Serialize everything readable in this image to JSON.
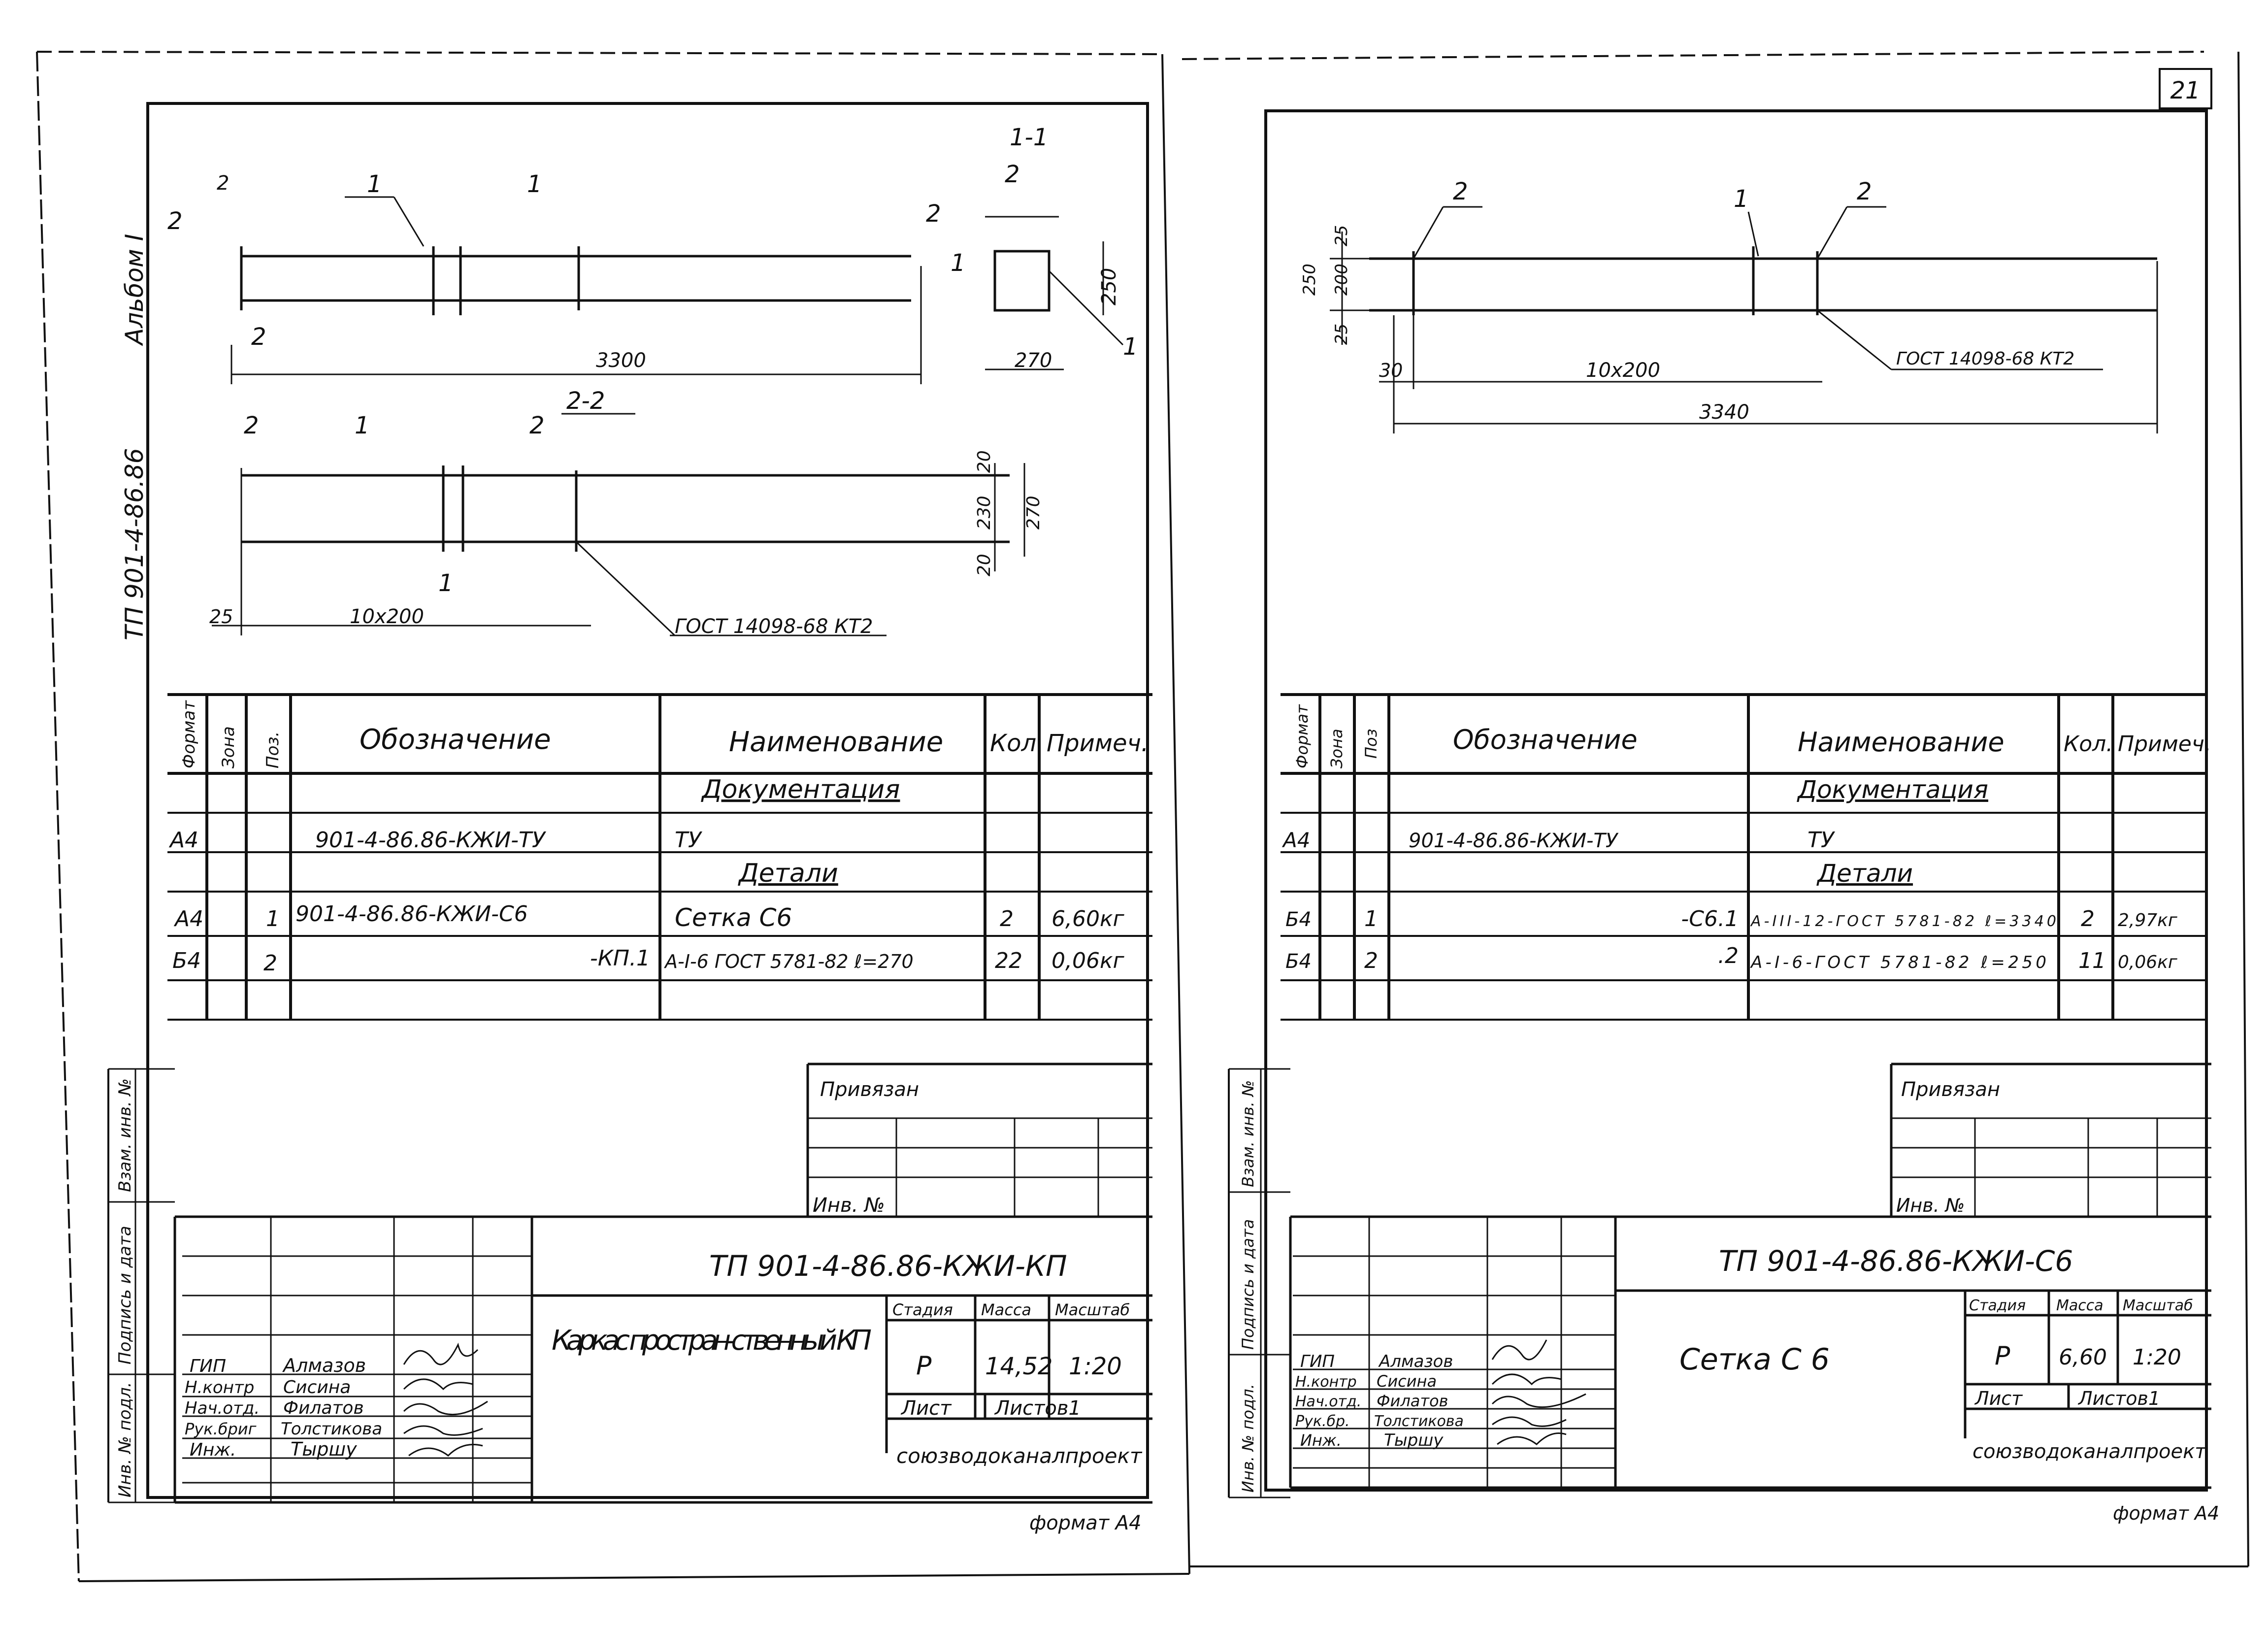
{
  "page_number": "21",
  "left": {
    "side_text": "ТП 901-4-86.86",
    "album": "Альбом I",
    "drawing": {
      "pos_labels": [
        "1",
        "2",
        "1",
        "2",
        "1",
        "2",
        "1"
      ],
      "section_1": "1-1",
      "section_2": "2-2",
      "dim_3300": "3300",
      "dim_270": "270",
      "dim_250": "250",
      "dim_20": "20",
      "dim_230": "230",
      "dim_25": "25",
      "dim_10x200": "10x200",
      "weld_note": "ГОСТ 14098-68 КТ2"
    },
    "spec": {
      "headers": [
        "Формат",
        "Зона",
        "Поз.",
        "Обозначение",
        "Наименование",
        "Кол.",
        "Примеч."
      ],
      "group_doc": "Документация",
      "group_det": "Детали",
      "rows": [
        {
          "fmt": "А4",
          "pos": "",
          "desig": "901-4-86.86-КЖИ-ТУ",
          "name": "ТУ",
          "qty": "",
          "note": ""
        },
        {
          "fmt": "А4",
          "pos": "1",
          "desig": "901-4-86.86-КЖИ-С6",
          "name": "Сетка С6",
          "qty": "2",
          "note": "6,60кг"
        },
        {
          "fmt": "Б4",
          "pos": "2",
          "desig": "-КП.1",
          "name": "А-І-6 ГОСТ 5781-82 ℓ=270",
          "qty": "22",
          "note": "0,06кг"
        }
      ]
    },
    "stamp": {
      "privyazan": "Привязан",
      "inv": "Инв. №",
      "side_labels": [
        "Взам. инв. №",
        "Подпись и дата",
        "Инв. № подл."
      ],
      "code": "ТП 901-4-86.86-КЖИ-КП",
      "title": "Каркас простран-ственный КП",
      "stadia_h": "Стадия",
      "massa_h": "Масса",
      "masshtab_h": "Масштаб",
      "stadia": "Р",
      "massa": "14,52",
      "masshtab": "1:20",
      "list": "Лист",
      "listov": "Листов1",
      "org": "союзводоканалпроект",
      "roles": [
        "ГИП",
        "Н.контр",
        "Нач.отд.",
        "Рук.бриг",
        "Инж."
      ],
      "names": [
        "Алмазов",
        "Сисина",
        "Филатов",
        "Толстикова",
        "Тыршу"
      ],
      "format": "формат А4"
    }
  },
  "right": {
    "drawing": {
      "pos_labels": [
        "2",
        "1",
        "2"
      ],
      "dim_25": "25",
      "dim_200": "200",
      "dim_250": "250",
      "dim_30": "30",
      "dim_10x200": "10x200",
      "dim_3340": "3340",
      "weld_note": "ГОСТ 14098-68 КТ2"
    },
    "spec": {
      "headers": [
        "Формат",
        "Зона",
        "Поз",
        "Обозначение",
        "Наименование",
        "Кол.",
        "Примеч."
      ],
      "group_doc": "Документация",
      "group_det": "Детали",
      "rows": [
        {
          "fmt": "А4",
          "pos": "",
          "desig": "901-4-86.86-КЖИ-ТУ",
          "name": "ТУ",
          "qty": "",
          "note": ""
        },
        {
          "fmt": "Б4",
          "pos": "1",
          "desig": "-С6.1",
          "name": "А-ІІІ-12-ГОСТ 5781-82 ℓ=3340",
          "qty": "2",
          "note": "2,97кг"
        },
        {
          "fmt": "Б4",
          "pos": "2",
          "desig": ".2",
          "name": "А-І-6-ГОСТ 5781-82 ℓ=250",
          "qty": "11",
          "note": "0,06кг"
        }
      ]
    },
    "stamp": {
      "privyazan": "Привязан",
      "inv": "Инв. №",
      "side_labels": [
        "Взам. инв. №",
        "Подпись и дата",
        "Инв. № подл."
      ],
      "code": "ТП 901-4-86.86-КЖИ-С6",
      "title": "Сетка С 6",
      "stadia_h": "Стадия",
      "massa_h": "Масса",
      "masshtab_h": "Масштаб",
      "stadia": "Р",
      "massa": "6,60",
      "masshtab": "1:20",
      "list": "Лист",
      "listov": "Листов1",
      "org": "союзводоканалпроект",
      "roles": [
        "ГИП",
        "Н.контр",
        "Нач.отд.",
        "Рук.бр.",
        "Инж."
      ],
      "names": [
        "Алмазов",
        "Сисина",
        "Филатов",
        "Толстикова",
        "Тыршу"
      ],
      "format": "формат А4"
    }
  }
}
